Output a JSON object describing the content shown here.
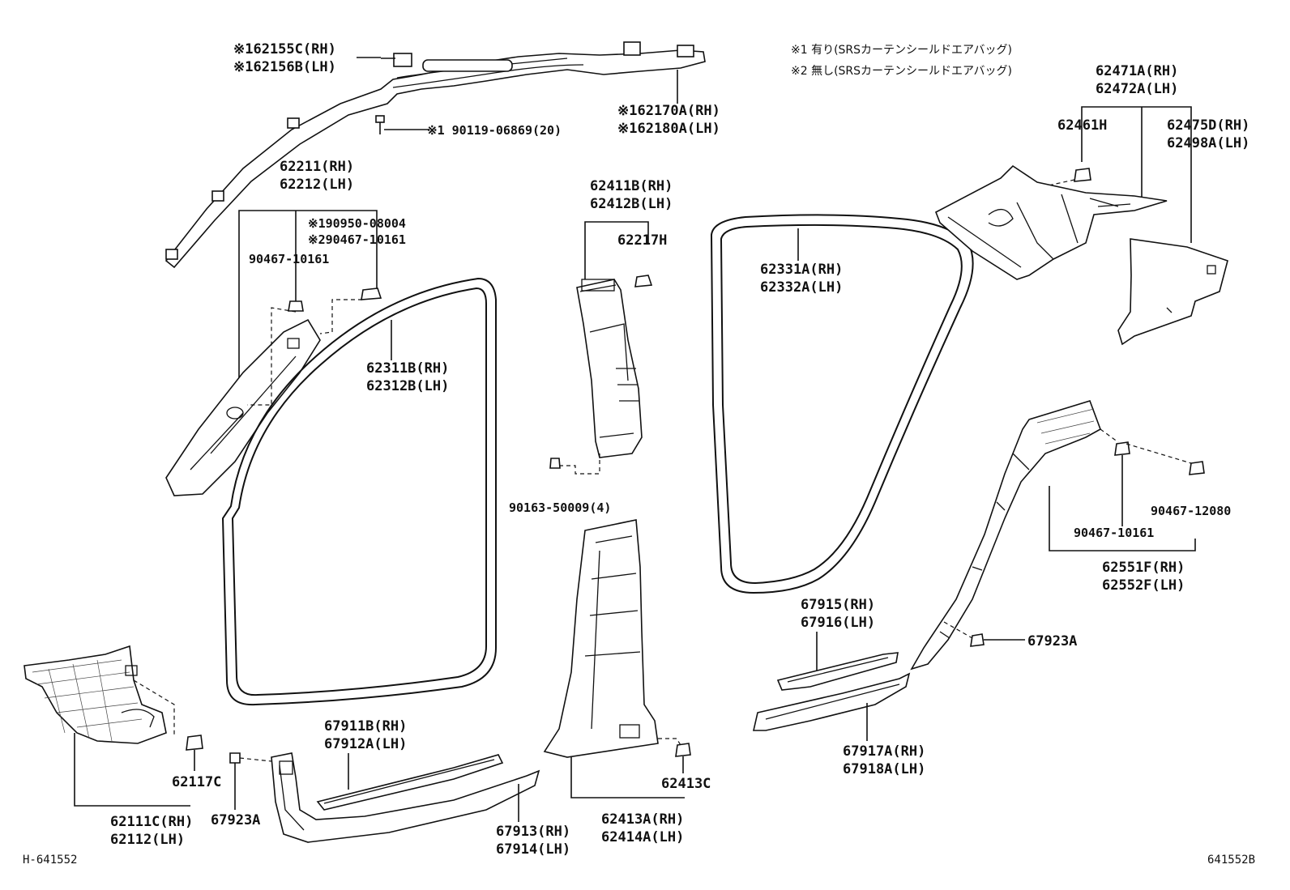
{
  "notes": {
    "note1": "※1 有り(SRSカーテンシールドエアバッグ)",
    "note2": "※2 無し(SRSカーテンシールドエアバッグ)"
  },
  "codes": {
    "left": "H-641552",
    "right": "641552B"
  },
  "labels": {
    "p62155c": "※162155C(RH)",
    "p62156b": "※162156B(LH)",
    "p62170a": "※162170A(RH)",
    "p62180a": "※162180A(LH)",
    "p90119": "※1 90119-06869(20)",
    "p62211": "62211(RH)",
    "p62212": "62212(LH)",
    "p90950": "※190950-08004",
    "p90467b": "※290467-10161",
    "p90467a": "90467-10161",
    "p62311b": "62311B(RH)",
    "p62312b": "62312B(LH)",
    "p62411b": "62411B(RH)",
    "p62412b": "62412B(LH)",
    "p62217h": "62217H",
    "p90163": "90163-50009(4)",
    "p62331a": "62331A(RH)",
    "p62332a": "62332A(LH)",
    "p62471a": "62471A(RH)",
    "p62472a": "62472A(LH)",
    "p62461h": "62461H",
    "p62475d": "62475D(RH)",
    "p62498a": "62498A(LH)",
    "p90467_12080": "90467-12080",
    "p90467_10161r": "90467-10161",
    "p62551f": "62551F(RH)",
    "p62552f": "62552F(LH)",
    "p67915": "67915(RH)",
    "p67916": "67916(LH)",
    "p67923a_r": "67923A",
    "p67917a": "67917A(RH)",
    "p67918a": "67918A(LH)",
    "p67911b": "67911B(RH)",
    "p67912a": "67912A(LH)",
    "p62117c": "62117C",
    "p67923a_l": "67923A",
    "p62111c": "62111C(RH)",
    "p62112": "62112(LH)",
    "p67913": "67913(RH)",
    "p67914": "67914(LH)",
    "p62413c": "62413C",
    "p62413a": "62413A(RH)",
    "p62414a": "62414A(LH)"
  }
}
